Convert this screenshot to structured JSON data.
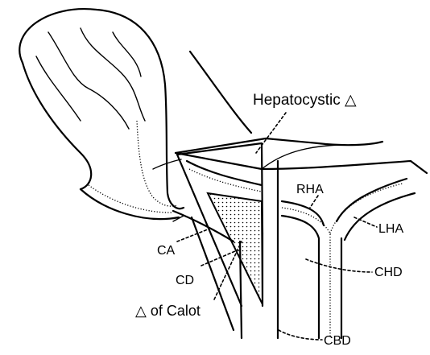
{
  "labels": {
    "hepatocystic_triangle": "Hepatocystic △",
    "rha": "RHA",
    "lha": "LHA",
    "ca": "CA",
    "cd": "CD",
    "chd": "CHD",
    "calot_triangle": "△ of Calot",
    "cbd": "CBD"
  }
}
